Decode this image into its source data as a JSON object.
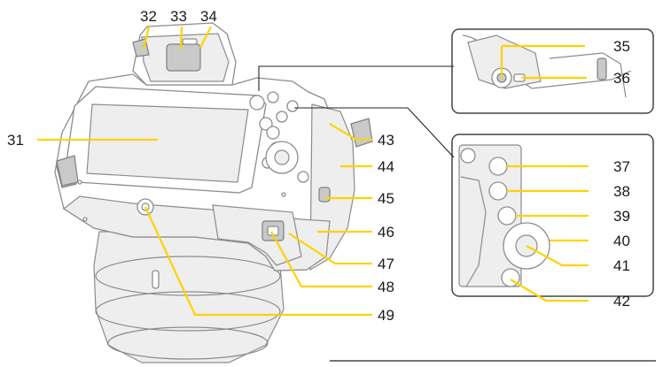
{
  "callouts": [
    {
      "id": "31",
      "label": "31"
    },
    {
      "id": "32",
      "label": "32"
    },
    {
      "id": "33",
      "label": "33"
    },
    {
      "id": "34",
      "label": "34"
    },
    {
      "id": "35",
      "label": "35"
    },
    {
      "id": "36",
      "label": "36"
    },
    {
      "id": "37",
      "label": "37"
    },
    {
      "id": "38",
      "label": "38"
    },
    {
      "id": "39",
      "label": "39"
    },
    {
      "id": "40",
      "label": "40"
    },
    {
      "id": "41",
      "label": "41"
    },
    {
      "id": "42",
      "label": "42"
    },
    {
      "id": "43",
      "label": "43"
    },
    {
      "id": "44",
      "label": "44"
    },
    {
      "id": "45",
      "label": "45"
    },
    {
      "id": "46",
      "label": "46"
    },
    {
      "id": "47",
      "label": "47"
    },
    {
      "id": "48",
      "label": "48"
    },
    {
      "id": "49",
      "label": "49"
    }
  ],
  "colors": {
    "leader": "#ffd200",
    "outline": "#8c8c8c",
    "text": "#1a1a1a"
  }
}
